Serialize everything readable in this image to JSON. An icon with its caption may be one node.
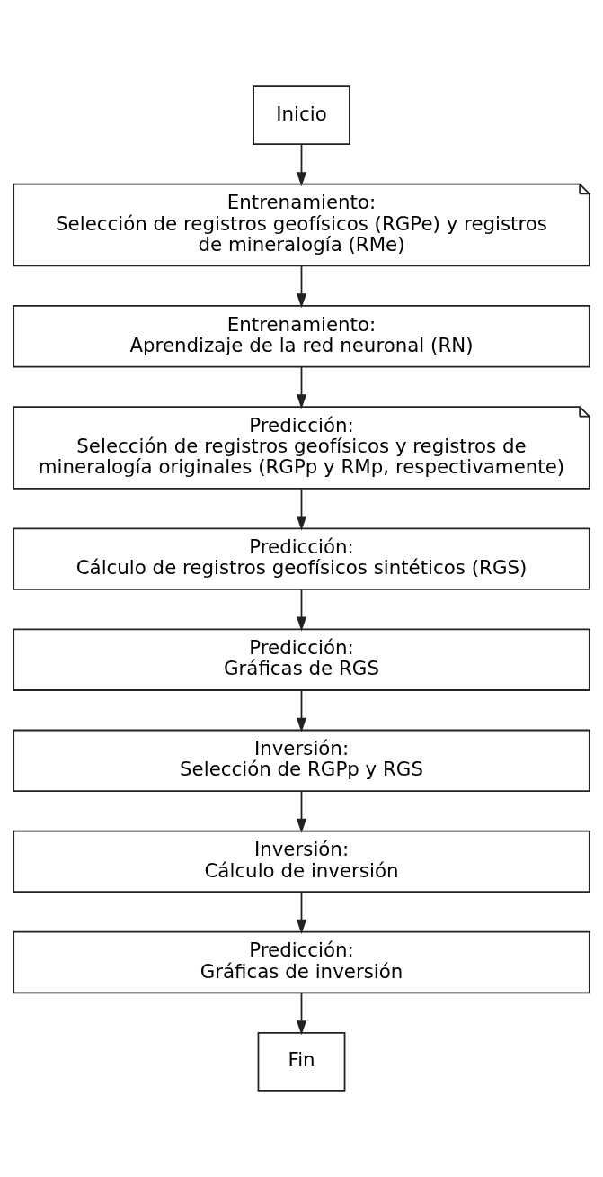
{
  "diagram": {
    "nodes": [
      {
        "text": [
          "Inicio"
        ]
      },
      {
        "text": [
          "Entrenamiento:",
          "Selección de registros geofísicos (RGPe) y registros de mineralogía (RMe)"
        ]
      },
      {
        "text": [
          "Entrenamiento:",
          "Aprendizaje de la red neuronal (RN)"
        ]
      },
      {
        "text": [
          "Predicción:",
          "Selección de registros geofísicos y registros de mineralogía originales (RGPp y RMp, respectivamente)"
        ]
      },
      {
        "text": [
          "Predicción:",
          "Cálculo de registros geofísicos sintéticos (RGS)"
        ]
      },
      {
        "text": [
          "Predicción:",
          "Gráficas de RGS"
        ]
      },
      {
        "text": [
          "Inversión:",
          "Selección de RGPp y RGS"
        ]
      },
      {
        "text": [
          "Inversión:",
          "Cálculo de inversión"
        ]
      },
      {
        "text": [
          "Predicción:",
          "Gráficas de inversión"
        ]
      },
      {
        "text": [
          "Fin"
        ]
      }
    ],
    "edges": [
      {
        "from": 0,
        "to": 1,
        "arrow": "to"
      },
      {
        "from": 1,
        "to": 2,
        "arrow": "to"
      },
      {
        "from": 2,
        "to": 3,
        "arrow": "to"
      },
      {
        "from": 3,
        "to": 4,
        "arrow": "to"
      },
      {
        "from": 4,
        "to": 5,
        "arrow": "to"
      },
      {
        "from": 5,
        "to": 6,
        "arrow": "to"
      },
      {
        "from": 6,
        "to": 7,
        "arrow": "to"
      },
      {
        "from": 7,
        "to": 8,
        "arrow": "to"
      },
      {
        "from": 8,
        "to": 9,
        "arrow": "to"
      }
    ]
  }
}
